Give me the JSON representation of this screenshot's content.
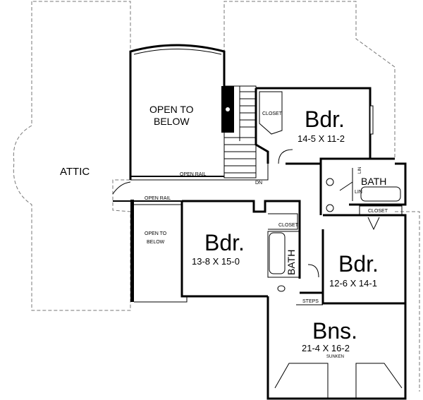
{
  "labels": {
    "attic": "ATTIC",
    "open_to_below_top": [
      "OPEN TO",
      "BELOW"
    ],
    "open_rail_upper": "OPEN RAIL",
    "dn": "DN",
    "open_rail_lower": "OPEN RAIL",
    "open_to_below_left": [
      "OPEN TO",
      "BELOW"
    ],
    "closet_top": "CLOSET",
    "closet_mid": "CLOSET",
    "closet_right": "CLOSET",
    "bath_upper": "BATH",
    "bath_lower": "BATH",
    "lin_a": "LIN",
    "lin_b": "LIN",
    "steps": "STEPS",
    "sunken": "SUNKEN"
  },
  "rooms": [
    {
      "name": "Bdr.",
      "size": "14-5 X 11-2"
    },
    {
      "name": "Bdr.",
      "size": "13-8 X 15-0"
    },
    {
      "name": "Bdr.",
      "size": "12-6 X 14-1"
    },
    {
      "name": "Bns.",
      "size": "21-4 X 16-2"
    }
  ]
}
